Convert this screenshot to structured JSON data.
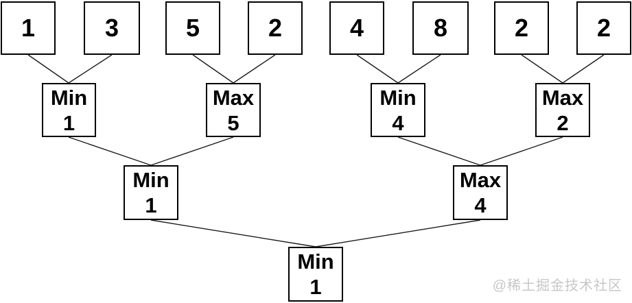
{
  "tree": {
    "description": "min-max tree",
    "leaves": [
      "1",
      "3",
      "5",
      "2",
      "4",
      "8",
      "2",
      "2"
    ],
    "level2": [
      {
        "op": "Min",
        "value": "1"
      },
      {
        "op": "Max",
        "value": "5"
      },
      {
        "op": "Min",
        "value": "4"
      },
      {
        "op": "Max",
        "value": "2"
      }
    ],
    "level3": [
      {
        "op": "Min",
        "value": "1"
      },
      {
        "op": "Max",
        "value": "4"
      }
    ],
    "root": {
      "op": "Min",
      "value": "1"
    }
  },
  "watermark": "@稀土掘金技术社区",
  "colors": {
    "background": "#ffffff",
    "node_border": "#000000",
    "node_text": "#000000",
    "edge": "#1a1a1a",
    "watermark_text": "#c7c7c7"
  }
}
